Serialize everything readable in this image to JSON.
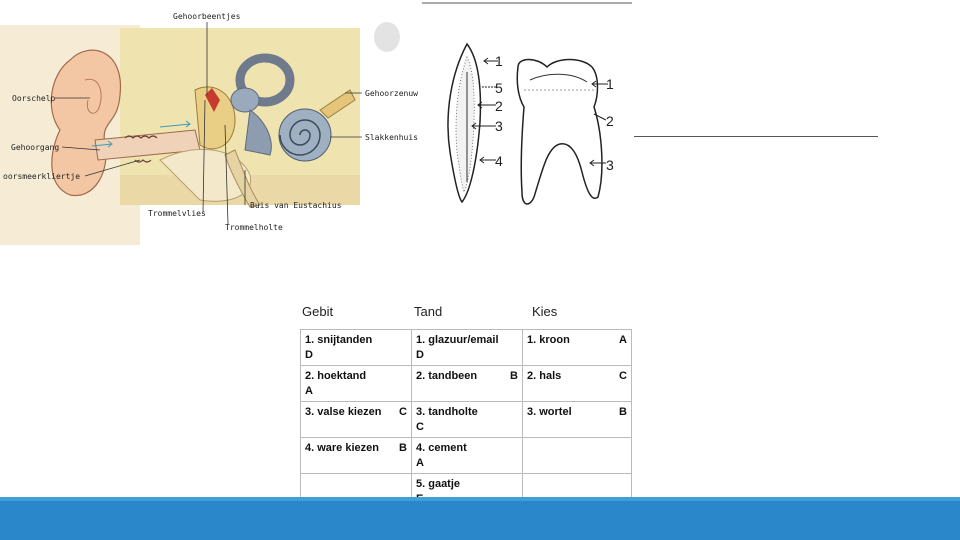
{
  "ear_labels": {
    "gehoorbeentjes": "Gehoorbeentjes",
    "oorschelp": "Oorschelp",
    "gehoorzenuw": "Gehoorzenuw",
    "slakkenhuis": "Slakkenhuis",
    "gehoorgang": "Gehoorgang",
    "oorsmeerklier": "oorsmeerkliertje",
    "trommelvlies": "Trommelvlies",
    "buis": "Buis van Eustachius",
    "trommelholte": "Trommelholte"
  },
  "tooth_labels": {
    "incisor": [
      "1",
      "5",
      "2",
      "3",
      "4"
    ],
    "molar": [
      "1",
      "2",
      "3"
    ]
  },
  "headers": {
    "gebit": "Gebit",
    "tand": "Tand",
    "kies": "Kies"
  },
  "table": {
    "rows": [
      {
        "gebit": "1. snijtanden",
        "gebit_ans": "",
        "gebit_line2": "D",
        "tand": "1. glazuur/email",
        "tand_ans": "",
        "tand_line2": "D",
        "kies": "1. kroon",
        "kies_ans": "A"
      },
      {
        "gebit": "2. hoektand",
        "gebit_ans": "",
        "gebit_line2": "A",
        "tand": "2. tandbeen",
        "tand_ans": "B",
        "tand_line2": "",
        "kies": "2. hals",
        "kies_ans": "C"
      },
      {
        "gebit": "3. valse kiezen",
        "gebit_ans": "C",
        "gebit_line2": "",
        "tand": "3. tandholte",
        "tand_ans": "",
        "tand_line2": "C",
        "kies": "3. wortel",
        "kies_ans": "B"
      },
      {
        "gebit": "4. ware kiezen",
        "gebit_ans": "B",
        "gebit_line2": "",
        "tand": "4. cement",
        "tand_ans": "",
        "tand_line2": "A",
        "kies": "",
        "kies_ans": ""
      },
      {
        "gebit": "",
        "gebit_ans": "",
        "gebit_line2": "",
        "tand": "5. gaatje",
        "tand_ans": "",
        "tand_line2": "E",
        "kies": "",
        "kies_ans": ""
      }
    ]
  }
}
